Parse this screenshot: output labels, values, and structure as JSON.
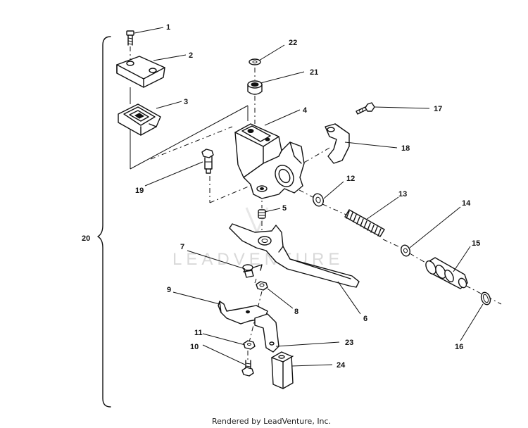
{
  "diagram": {
    "part_numbers": [
      "1",
      "2",
      "3",
      "4",
      "5",
      "6",
      "7",
      "8",
      "9",
      "10",
      "11",
      "12",
      "13",
      "14",
      "15",
      "16",
      "17",
      "18",
      "19",
      "20",
      "21",
      "22",
      "23",
      "24"
    ],
    "watermark": "LEADVENTURE",
    "footer": "Rendered by LeadVenture, Inc."
  }
}
